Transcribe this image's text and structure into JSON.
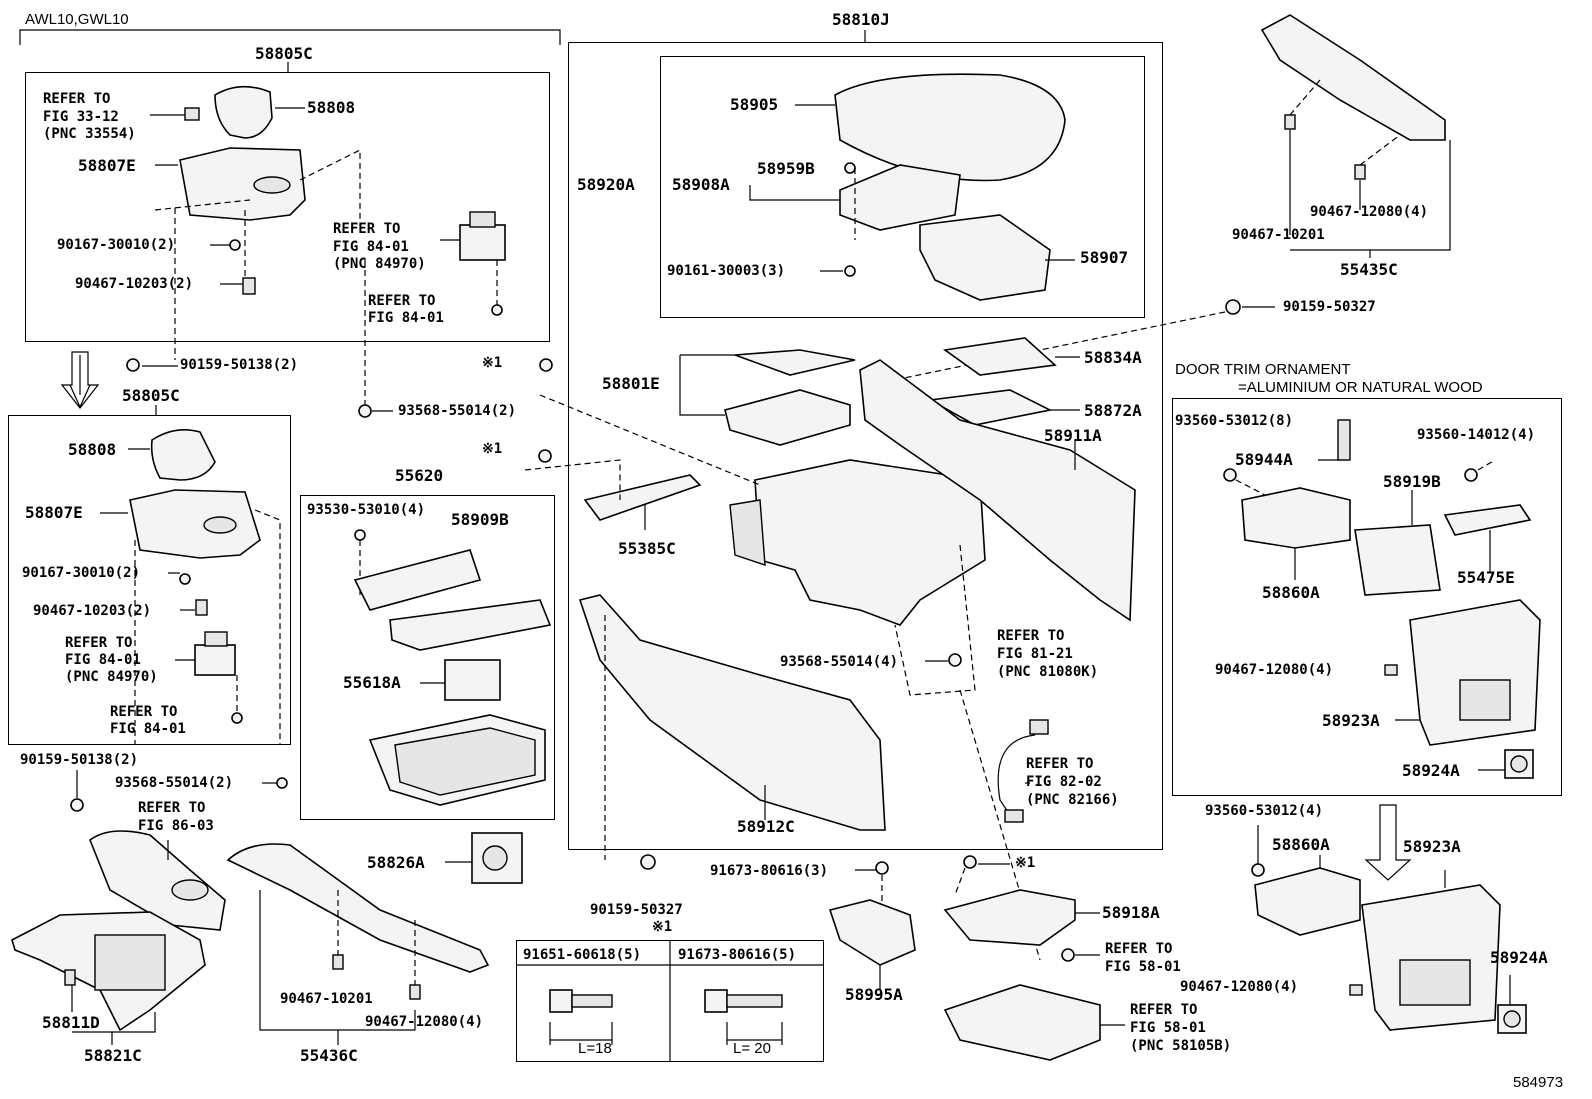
{
  "diagram": {
    "header_model": "AWL10,GWL10",
    "figure_number": "584973",
    "door_trim_title_1": "DOOR TRIM ORNAMENT",
    "door_trim_title_2": "=ALUMINIUM OR NATURAL WOOD",
    "labels": {
      "p58805c_top": "58805C",
      "p58805c_bot": "58805C",
      "p58808_a": "58808",
      "p58808_b": "58808",
      "p58807e_a": "58807E",
      "p58807e_b": "58807E",
      "ref_fig33_a": "REFER TO",
      "ref_fig33_b": "FIG 33-12",
      "ref_fig33_c": "(PNC 33554)",
      "p90167_a": "90167-30010(2)",
      "p90167_b": "90167-30010(2)",
      "p90467_10203_a": "90467-10203(2)",
      "p90467_10203_b": "90467-10203(2)",
      "ref84_a1": "REFER TO",
      "ref84_a2": "FIG 84-01",
      "ref84_a3": "(PNC 84970)",
      "ref84_b1": "REFER TO",
      "ref84_b2": "FIG 84-01",
      "ref84_c1": "REFER TO",
      "ref84_c2": "FIG 84-01",
      "ref84_c3": "(PNC 84970)",
      "ref84_d1": "REFER TO",
      "ref84_d2": "FIG 84-01",
      "p90159_50138_a": "90159-50138(2)",
      "p90159_50138_b": "90159-50138(2)",
      "p93568_a": "93568-55014(2)",
      "p93568_b": "93568-55014(2)",
      "p93568_c": "93568-55014(4)",
      "ref86_1": "REFER TO",
      "ref86_2": "FIG 86-03",
      "p58811d": "58811D",
      "p58821c": "58821C",
      "p55620": "55620",
      "p93530": "93530-53010(4)",
      "p58909b": "58909B",
      "p55618a": "55618A",
      "p58826a": "58826A",
      "p90467_10201_a": "90467-10201",
      "p90467_12080_a": "90467-12080(4)",
      "p55436c": "55436C",
      "p58810j": "58810J",
      "p58905": "58905",
      "p58920a": "58920A",
      "p58908a": "58908A",
      "p58959b": "58959B",
      "p90161": "90161-30003(3)",
      "p58907": "58907",
      "p90159_50327_a": "90159-50327",
      "p90159_50327_b": "90159-50327",
      "mark1_a": "※1",
      "mark1_b": "※1",
      "mark1_c": "※1",
      "mark1_d": "※1",
      "p58834a": "58834A",
      "p58801e": "58801E",
      "p58872a": "58872A",
      "p58911a": "58911A",
      "p55385c": "55385C",
      "ref81_1": "REFER TO",
      "ref81_2": "FIG 81-21",
      "ref81_3": "(PNC 81080K)",
      "ref82_1": "REFER TO",
      "ref82_2": "FIG 82-02",
      "ref82_3": "(PNC 82166)",
      "p58912c": "58912C",
      "p91673_3": "91673-80616(3)",
      "p58918a": "58918A",
      "ref58a_1": "REFER TO",
      "ref58a_2": "FIG 58-01",
      "ref58b_1": "REFER TO",
      "ref58b_2": "FIG 58-01",
      "ref58b_3": "(PNC 58105B)",
      "p58995a": "58995A",
      "tbl_h1": "91651-60618(5)",
      "tbl_h2": "91673-80616(5)",
      "tbl_l1": "L=18",
      "tbl_l2": "L= 20",
      "p90467_12080_b": "90467-12080(4)",
      "p90467_10201_b": "90467-10201",
      "p55435c": "55435C",
      "p93560_53012_8": "93560-53012(8)",
      "p93560_14012": "93560-14012(4)",
      "p58944a": "58944A",
      "p58919b": "58919B",
      "p58860a_a": "58860A",
      "p55475e": "55475E",
      "p90467_12080_c": "90467-12080(4)",
      "p58923a_a": "58923A",
      "p58924a_a": "58924A",
      "p93560_53012_4": "93560-53012(4)",
      "p58860a_b": "58860A",
      "p58923a_b": "58923A",
      "p58924a_b": "58924A",
      "p90467_12080_d": "90467-12080(4)"
    }
  }
}
